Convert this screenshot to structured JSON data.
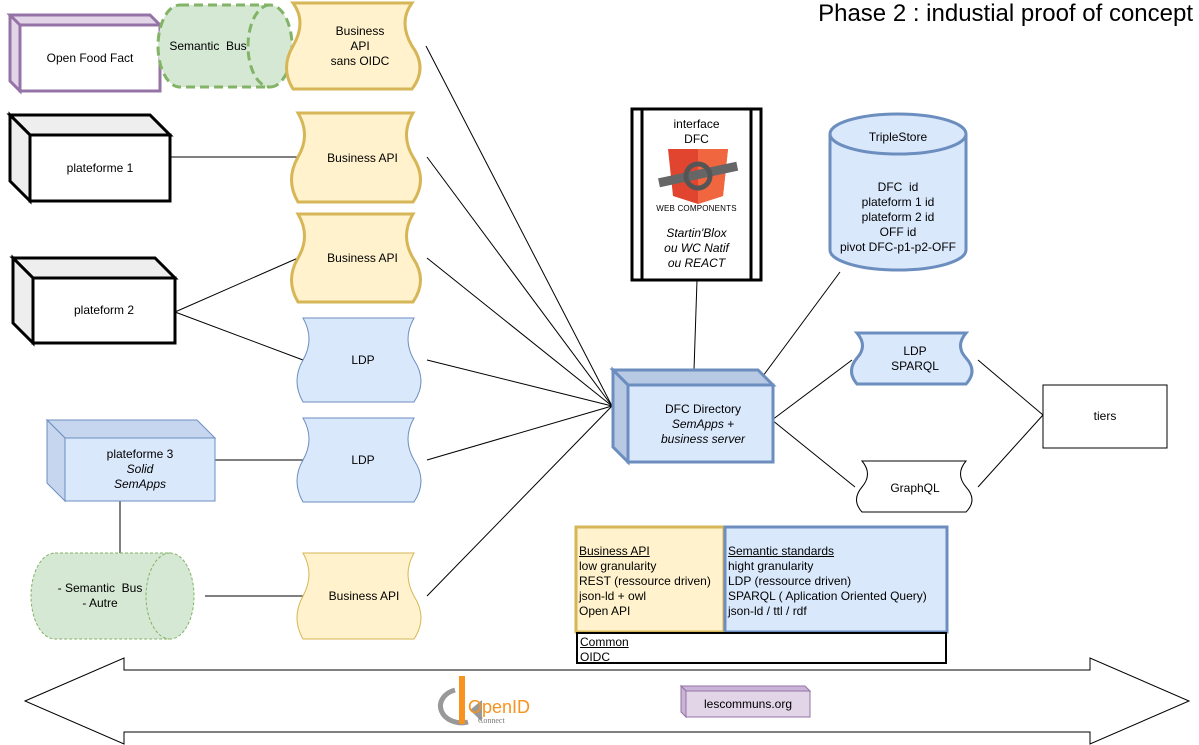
{
  "title": "Phase 2 : industial proof of concept",
  "nodes": {
    "off": "Open Food Fact",
    "semantic_bus": "Semantic  Bus",
    "biz_api_1": [
      "Business",
      "API",
      "sans OIDC"
    ],
    "plateforme1": "plateforme 1",
    "biz_api_2": "Business API",
    "plateform2": "plateform 2",
    "biz_api_3": "Business API",
    "ldp_1": "LDP",
    "plateforme3": [
      "plateforme 3",
      "Solid",
      "SemApps"
    ],
    "ldp_2": "LDP",
    "semantic_bus_autre": [
      "- Semantic  Bus",
      "- Autre"
    ],
    "biz_api_4": "Business API",
    "interface_dfc": [
      "interface",
      "DFC"
    ],
    "web_components": "WEB COMPONENTS",
    "interface_options": [
      "Startin'Blox",
      "ou WC Natif",
      "ou REACT"
    ],
    "triplestore_title": "TripleStore",
    "triplestore_items": [
      "DFC  id",
      "plateform 1 id",
      "plateform 2 id",
      "OFF id",
      "pivot DFC-p1-p2-OFF"
    ],
    "dfc_directory": [
      "DFC Directory",
      "SemApps +",
      "business server"
    ],
    "ldp_sparql": [
      "LDP",
      "SPARQL"
    ],
    "graphql": "GraphQL",
    "tiers": "tiers",
    "openid": "OpenID",
    "openid_sub": "Connect",
    "lescommuns": "lescommuns.org"
  },
  "legend": {
    "business": {
      "heading": "Business API",
      "lines": [
        "low granularity",
        "REST (ressource driven)",
        "json-ld + owl",
        "Open API"
      ]
    },
    "semantic": {
      "heading": "Semantic standards",
      "lines": [
        "hight granularity",
        "LDP (ressource driven)",
        "SPARQL ( Aplication Oriented Query)",
        "json-ld / ttl / rdf"
      ]
    },
    "common": {
      "heading": "Common",
      "lines": [
        "OIDC"
      ]
    }
  },
  "colors": {
    "yellow_fill": "#fff2cc",
    "yellow_stroke": "#d6b656",
    "blue_fill": "#dae8fc",
    "blue_stroke": "#6c8ebf",
    "green_fill": "#d5e8d4",
    "green_stroke": "#82b366",
    "purple_fill": "#e1d5e7",
    "purple_stroke": "#9673a6",
    "openid_orange": "#f7931e",
    "openid_grey": "#999999"
  }
}
